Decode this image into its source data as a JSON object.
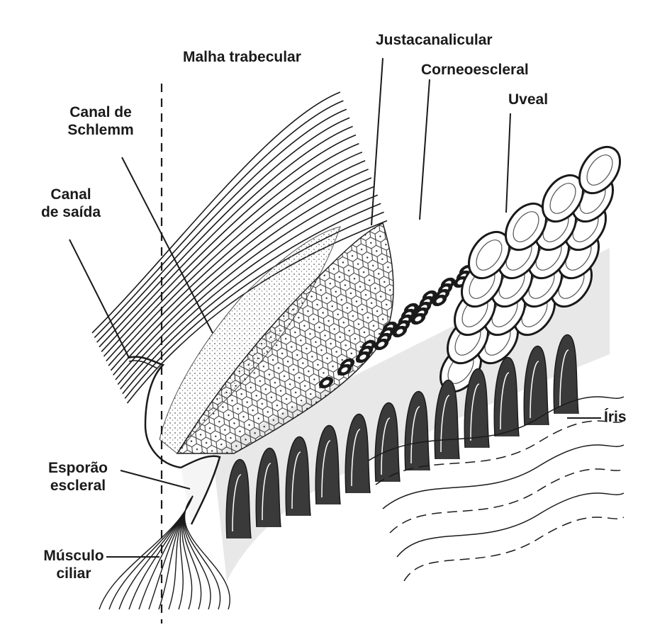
{
  "labels": {
    "malha_trabecular": "Malha trabecular",
    "justacanalicular": "Justacanalicular",
    "corneoescleral": "Corneoescleral",
    "uveal": "Uveal",
    "canal_schlemm_1": "Canal de",
    "canal_schlemm_2": "Schlemm",
    "canal_saida_1": "Canal",
    "canal_saida_2": "de saída",
    "esporao_1": "Esporão",
    "esporao_2": "escleral",
    "musculo_1": "Músculo",
    "musculo_2": "ciliar",
    "iris": "Íris"
  },
  "colors": {
    "ink": "#1a1a1a",
    "paper": "#ffffff",
    "shade": "#3a3a3a",
    "light": "#9a9a9a"
  }
}
